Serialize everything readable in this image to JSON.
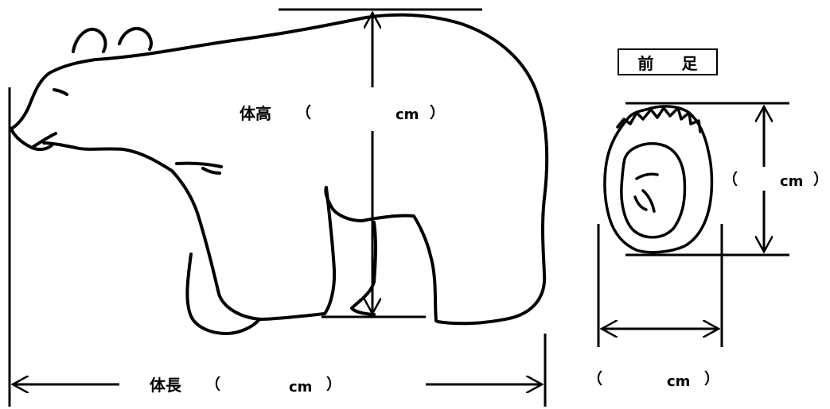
{
  "labels": {
    "body_height": "体高",
    "body_length": "体長",
    "front_foot": "前 足"
  },
  "measurements": {
    "body_height": {
      "open": "（",
      "unit": "cm",
      "close": "）"
    },
    "body_length": {
      "open": "（",
      "unit": "cm",
      "close": "）"
    },
    "foot_length": {
      "open": "（",
      "unit": "cm",
      "close": "）"
    },
    "foot_width": {
      "open": "（",
      "unit": "cm",
      "close": "）"
    }
  },
  "icons": {
    "bear": "polar-bear-outline-icon",
    "paw": "bear-paw-print-icon"
  },
  "colors": {
    "ink": "#000000",
    "background": "#ffffff"
  }
}
